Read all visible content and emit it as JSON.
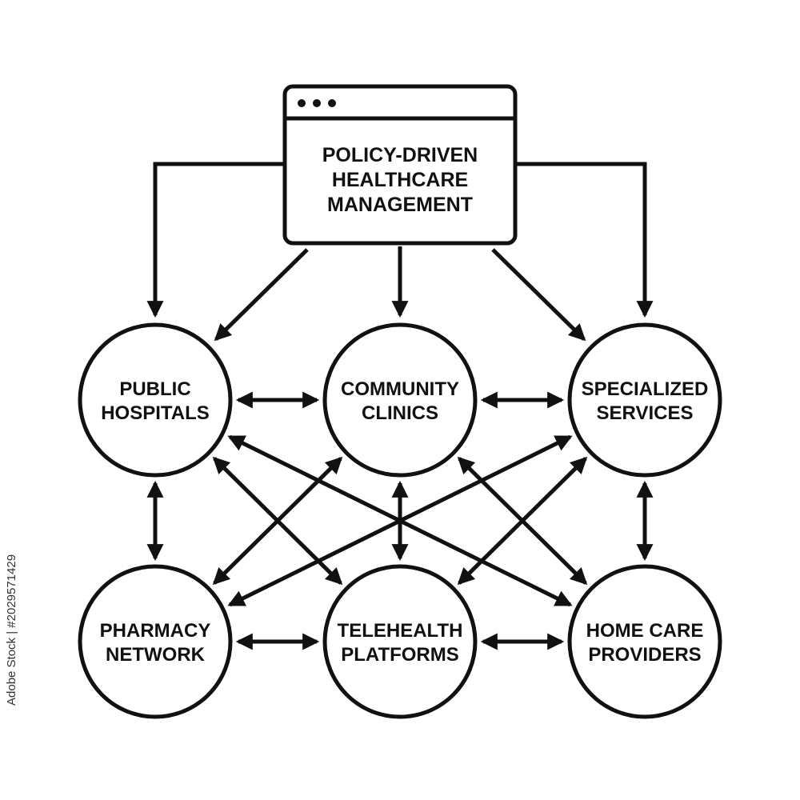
{
  "hub": {
    "label_lines": [
      "POLICY-DRIVEN",
      "HEALTHCARE",
      "MANAGEMENT"
    ],
    "icon": "browser-window-icon"
  },
  "nodes": [
    {
      "id": "public-hospitals",
      "label_lines": [
        "PUBLIC",
        "HOSPITALS"
      ]
    },
    {
      "id": "community-clinics",
      "label_lines": [
        "COMMUNITY",
        "CLINICS"
      ]
    },
    {
      "id": "specialized-services",
      "label_lines": [
        "SPECIALIZED",
        "SERVICES"
      ]
    },
    {
      "id": "pharmacy-network",
      "label_lines": [
        "PHARMACY",
        "NETWORK"
      ]
    },
    {
      "id": "telehealth-platforms",
      "label_lines": [
        "TELEHEALTH",
        "PLATFORMS"
      ]
    },
    {
      "id": "home-care-providers",
      "label_lines": [
        "HOME CARE",
        "PROVIDERS"
      ]
    }
  ],
  "edges": {
    "hub_to_nodes": [
      "public-hospitals",
      "public-hospitals",
      "community-clinics",
      "specialized-services",
      "specialized-services"
    ],
    "bidirectional": [
      [
        "public-hospitals",
        "community-clinics"
      ],
      [
        "community-clinics",
        "specialized-services"
      ],
      [
        "pharmacy-network",
        "telehealth-platforms"
      ],
      [
        "telehealth-platforms",
        "home-care-providers"
      ],
      [
        "public-hospitals",
        "pharmacy-network"
      ],
      [
        "community-clinics",
        "telehealth-platforms"
      ],
      [
        "specialized-services",
        "home-care-providers"
      ],
      [
        "public-hospitals",
        "telehealth-platforms"
      ],
      [
        "public-hospitals",
        "home-care-providers"
      ],
      [
        "community-clinics",
        "pharmacy-network"
      ],
      [
        "community-clinics",
        "home-care-providers"
      ],
      [
        "specialized-services",
        "pharmacy-network"
      ],
      [
        "specialized-services",
        "telehealth-platforms"
      ]
    ]
  },
  "watermark": "Adobe Stock | #2029571429",
  "colors": {
    "stroke": "#111111",
    "background": "#ffffff"
  }
}
